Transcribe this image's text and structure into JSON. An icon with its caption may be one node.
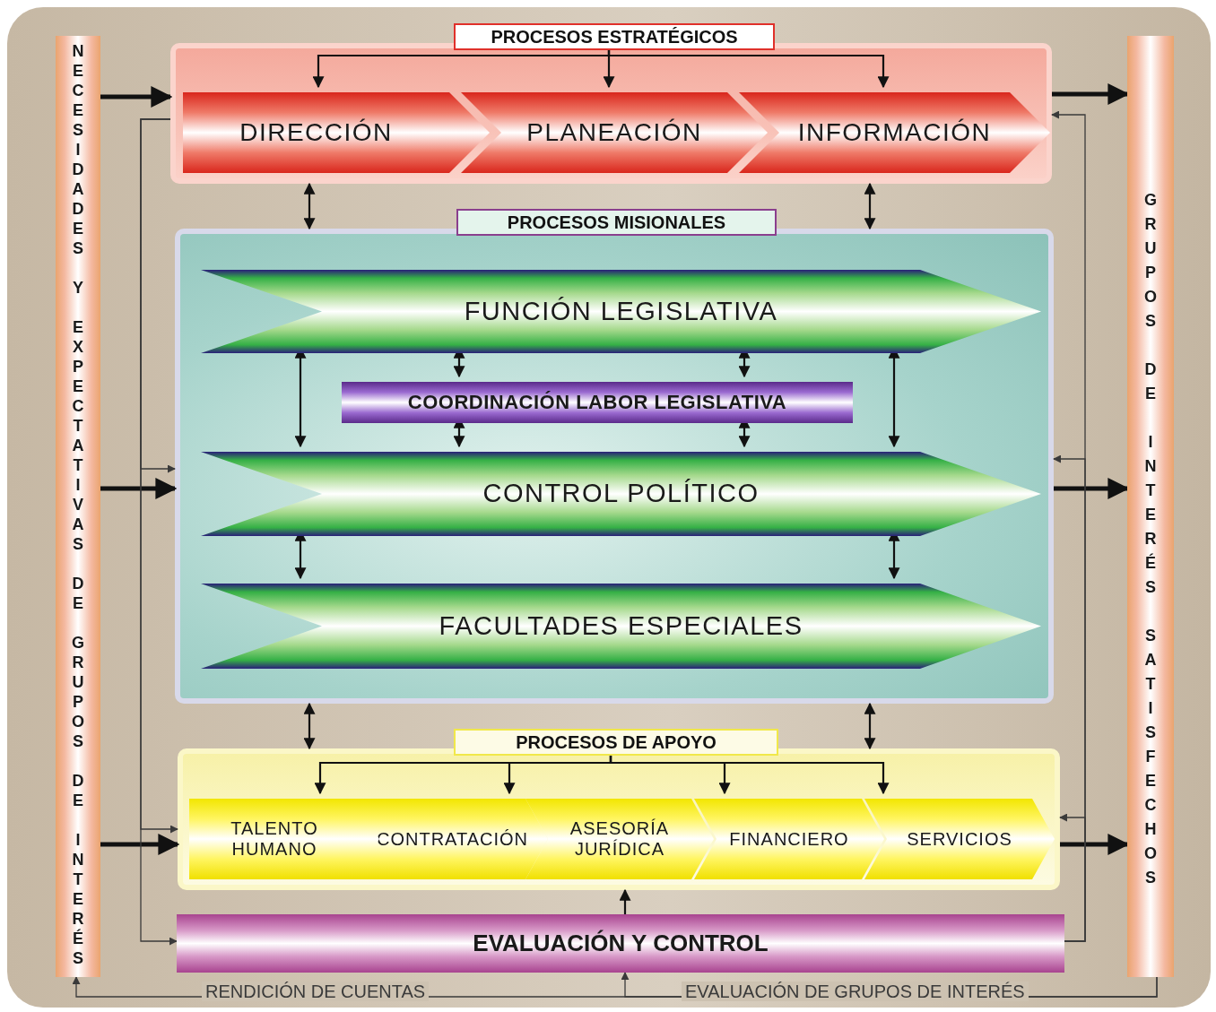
{
  "diagram": {
    "nodes": [
      {
        "text": [
          "NECESIDADES Y EXPECTATIVAS DE GRUPOS DE INTERÉS"
        ]
      },
      {
        "text": [
          "GRUPOS DE INTERÉS SATISFECHOS"
        ]
      },
      {
        "text": [
          "PROCESOS ESTRATÉGICOS"
        ]
      },
      {
        "text": [
          "DIRECCIÓN"
        ],
        "in": 2
      },
      {
        "text": [
          "PLANEACIÓN"
        ],
        "in": 2
      },
      {
        "text": [
          "INFORMACIÓN"
        ],
        "in": 2
      },
      {
        "text": [
          "PROCESOS MISIONALES"
        ]
      },
      {
        "text": [
          "FUNCIÓN LEGISLATIVA"
        ],
        "in": 6
      },
      {
        "text": [
          "COORDINACIÓN LABOR LEGISLATIVA"
        ],
        "in": 6
      },
      {
        "text": [
          "CONTROL POLÍTICO"
        ],
        "in": 6
      },
      {
        "text": [
          "FACULTADES ESPECIALES"
        ],
        "in": 6
      },
      {
        "text": [
          "PROCESOS DE APOYO"
        ]
      },
      {
        "text": [
          "TALENTO HUMANO"
        ],
        "in": 11
      },
      {
        "text": [
          "CONTRATACIÓN"
        ],
        "in": 11
      },
      {
        "text": [
          "ASESORÍA JURÍDICA"
        ],
        "in": 11
      },
      {
        "text": [
          "FINANCIERO"
        ],
        "in": 11
      },
      {
        "text": [
          "SERVICIOS"
        ],
        "in": 11
      },
      {
        "text": [
          "EVALUACIÓN Y CONTROL"
        ]
      }
    ],
    "edges": [
      {
        "from": 0,
        "to": 2,
        "arrow": "to",
        "style": "thick"
      },
      {
        "from": 0,
        "to": 6,
        "arrow": "to",
        "style": "thick"
      },
      {
        "from": 0,
        "to": 11,
        "arrow": "to",
        "style": "thick"
      },
      {
        "from": 2,
        "to": 1,
        "arrow": "to",
        "style": "thick"
      },
      {
        "from": 6,
        "to": 1,
        "arrow": "to",
        "style": "thick"
      },
      {
        "from": 11,
        "to": 1,
        "arrow": "to",
        "style": "thick"
      },
      {
        "from": 2,
        "to": 3,
        "arrow": "to"
      },
      {
        "from": 2,
        "to": 4,
        "arrow": "to"
      },
      {
        "from": 2,
        "to": 5,
        "arrow": "to"
      },
      {
        "from": 2,
        "to": 6,
        "arrow": "both"
      },
      {
        "from": 2,
        "to": 6,
        "arrow": "both"
      },
      {
        "from": 7,
        "to": 8,
        "arrow": "both"
      },
      {
        "from": 7,
        "to": 8,
        "arrow": "both"
      },
      {
        "from": 8,
        "to": 9,
        "arrow": "both"
      },
      {
        "from": 8,
        "to": 9,
        "arrow": "both"
      },
      {
        "from": 7,
        "to": 9,
        "arrow": "both"
      },
      {
        "from": 7,
        "to": 9,
        "arrow": "both"
      },
      {
        "from": 9,
        "to": 10,
        "arrow": "both"
      },
      {
        "from": 9,
        "to": 10,
        "arrow": "both"
      },
      {
        "from": 6,
        "to": 11,
        "arrow": "both"
      },
      {
        "from": 6,
        "to": 11,
        "arrow": "both"
      },
      {
        "from": 11,
        "to": 12,
        "arrow": "to"
      },
      {
        "from": 11,
        "to": 13,
        "arrow": "to"
      },
      {
        "from": 11,
        "to": 15,
        "arrow": "to"
      },
      {
        "from": 11,
        "to": 16,
        "arrow": "to"
      },
      {
        "from": 17,
        "to": 11,
        "arrow": "to"
      },
      {
        "from": 2,
        "to": 6,
        "arrow": "to",
        "color": "#3a3a3a"
      },
      {
        "from": 2,
        "to": 11,
        "arrow": "to",
        "color": "#3a3a3a"
      },
      {
        "from": 2,
        "to": 17,
        "arrow": "to",
        "color": "#3a3a3a"
      },
      {
        "from": 17,
        "to": 11,
        "arrow": "to",
        "color": "#3a3a3a"
      },
      {
        "from": 17,
        "to": 6,
        "arrow": "to",
        "color": "#3a3a3a"
      },
      {
        "from": 17,
        "to": 2,
        "arrow": "to",
        "color": "#3a3a3a"
      },
      {
        "from": 1,
        "to": 0,
        "arrow": "to",
        "color": "#3a3a3a",
        "label": "RENDICIÓN DE CUENTAS"
      },
      {
        "from": 1,
        "to": 17,
        "arrow": "to",
        "color": "#3a3a3a",
        "label": "EVALUACIÓN DE GRUPOS DE INTERÉS"
      }
    ]
  }
}
